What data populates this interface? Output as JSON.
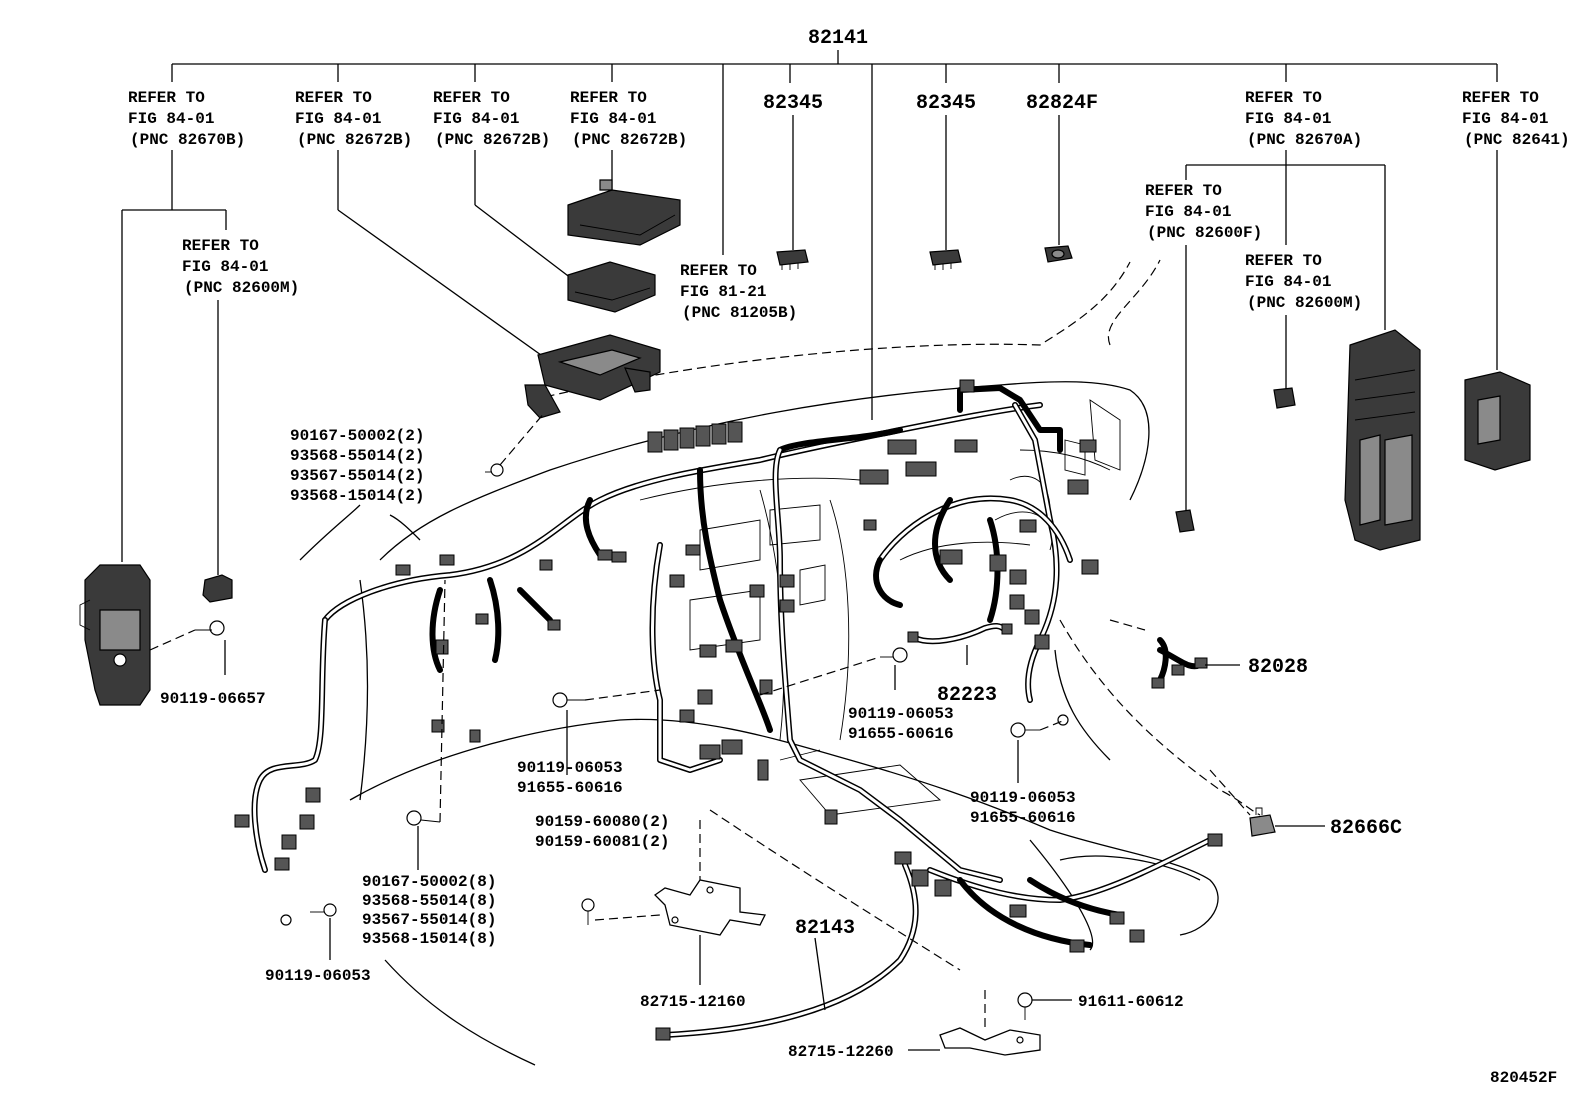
{
  "labels": {
    "top_harness": "82141",
    "ref_82670b": [
      "REFER TO",
      "FIG 84-01",
      "(PNC 82670B)"
    ],
    "ref_82672b_a": [
      "REFER TO",
      "FIG 84-01",
      "(PNC 82672B)"
    ],
    "ref_82672b_b": [
      "REFER TO",
      "FIG 84-01",
      "(PNC 82672B)"
    ],
    "ref_82672b_c": [
      "REFER TO",
      "FIG 84-01",
      "(PNC 82672B)"
    ],
    "pn_82345_a": "82345",
    "pn_82345_b": "82345",
    "pn_82824f": "82824F",
    "ref_82670a": [
      "REFER TO",
      "FIG 84-01",
      "(PNC 82670A)"
    ],
    "ref_82641": [
      "REFER TO",
      "FIG 84-01",
      "(PNC 82641)"
    ],
    "ref_82600m_left": [
      "REFER TO",
      "FIG 84-01",
      "(PNC 82600M)"
    ],
    "ref_81205b": [
      "REFER TO",
      "FIG 81-21",
      "(PNC 81205B)"
    ],
    "ref_82600f": [
      "REFER TO",
      "FIG 84-01",
      "(PNC 82600F)"
    ],
    "ref_82600m_right": [
      "REFER TO",
      "FIG 84-01",
      "(PNC 82600M)"
    ],
    "fastener_group_top": [
      "90167-50002(2)",
      "93568-55014(2)",
      "93567-55014(2)",
      "93568-15014(2)"
    ],
    "bolt_left": "90119-06657",
    "bolt_mid_left": [
      "90119-06053",
      "91655-60616"
    ],
    "bolt_center": [
      "90119-06053",
      "91655-60616"
    ],
    "pn_82223": "82223",
    "pn_82028": "82028",
    "bolt_right": [
      "90119-06053",
      "91655-60616"
    ],
    "screw_pair": [
      "90159-60080(2)",
      "90159-60081(2)"
    ],
    "pn_82666c": "82666C",
    "fastener_group_bottom": [
      "90167-50002(8)",
      "93568-55014(8)",
      "93567-55014(8)",
      "93568-15014(8)"
    ],
    "bolt_bottom_left": "90119-06053",
    "pn_82143": "82143",
    "bracket_1": "82715-12160",
    "bolt_bottom_right": "91611-60612",
    "bracket_2": "82715-12260",
    "figure_id": "820452F"
  }
}
